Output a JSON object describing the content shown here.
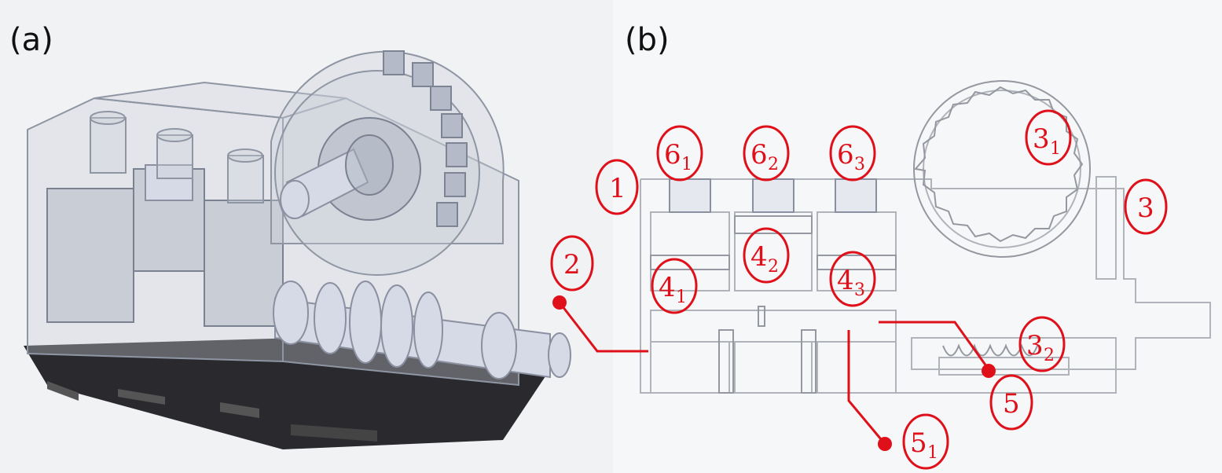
{
  "panels": {
    "a": {
      "label": "(a)"
    },
    "b": {
      "label": "(b)"
    }
  },
  "callouts": [
    {
      "id": "c1",
      "main": "1",
      "sub": ""
    },
    {
      "id": "c2",
      "main": "2",
      "sub": ""
    },
    {
      "id": "c3",
      "main": "3",
      "sub": ""
    },
    {
      "id": "c31",
      "main": "3",
      "sub": "1"
    },
    {
      "id": "c32",
      "main": "3",
      "sub": "2"
    },
    {
      "id": "c41",
      "main": "4",
      "sub": "1"
    },
    {
      "id": "c42",
      "main": "4",
      "sub": "2"
    },
    {
      "id": "c43",
      "main": "4",
      "sub": "3"
    },
    {
      "id": "c5",
      "main": "5",
      "sub": ""
    },
    {
      "id": "c51",
      "main": "5",
      "sub": "1"
    },
    {
      "id": "c61",
      "main": "6",
      "sub": "1"
    },
    {
      "id": "c62",
      "main": "6",
      "sub": "2"
    },
    {
      "id": "c63",
      "main": "6",
      "sub": "3"
    }
  ],
  "colors": {
    "annotation": "#e0101a",
    "housing": "#c9ced8",
    "shadow": "#2a2a2e"
  }
}
